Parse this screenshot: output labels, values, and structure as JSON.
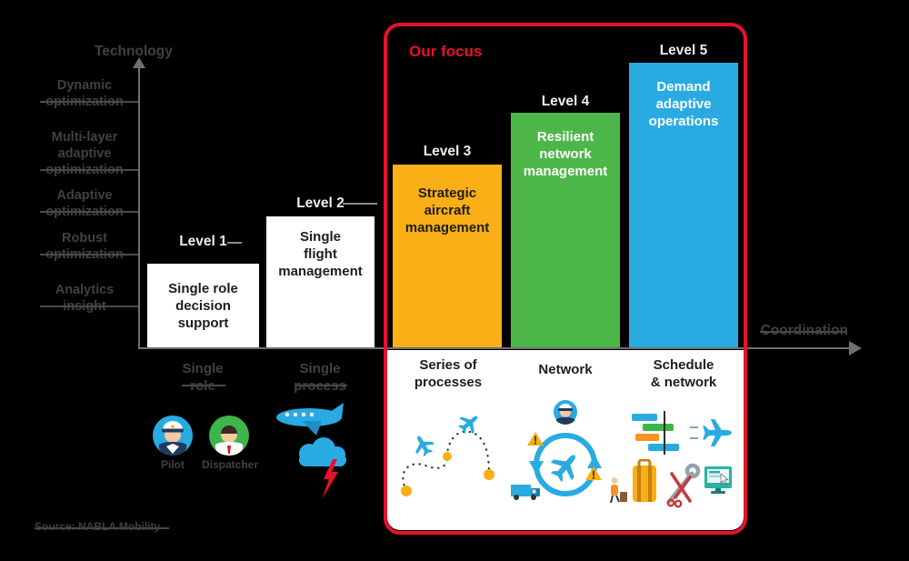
{
  "axes": {
    "y_title": "Technology",
    "x_title": "Coordination",
    "y_ticks": [
      "Dynamic\noptimization",
      "Multi-layer\nadaptive\noptimization",
      "Adaptive\noptimization",
      "Robust\noptimization",
      "Analytics\ninsight"
    ]
  },
  "focus": {
    "label": "Our focus"
  },
  "levels": [
    {
      "label": "Level 1",
      "title": "Single role\ndecision\nsupport",
      "category": "Single\nrole"
    },
    {
      "label": "Level 2",
      "title": "Single\nflight\nmanagement",
      "category": "Single\nprocess"
    },
    {
      "label": "Level 3",
      "title": "Strategic\naircraft\nmanagement",
      "category": "Series of\nprocesses"
    },
    {
      "label": "Level 4",
      "title": "Resilient\nnetwork\nmanagement",
      "category": "Network"
    },
    {
      "label": "Level 5",
      "title": "Demand\nadaptive\noperations",
      "category": "Schedule\n& network"
    }
  ],
  "crew": {
    "pilot": "Pilot",
    "dispatcher": "Dispatcher"
  },
  "source": "Source: NABLA Mobility",
  "palette": {
    "background": "#000000",
    "level3_bar": "#F9AF15",
    "level4_bar": "#4CB748",
    "level5_bar": "#29ABE2",
    "focus_border": "#E8112D",
    "level_box": "#FFFFFF",
    "muted_text": "#414141",
    "light_text": "#EDEDED"
  }
}
